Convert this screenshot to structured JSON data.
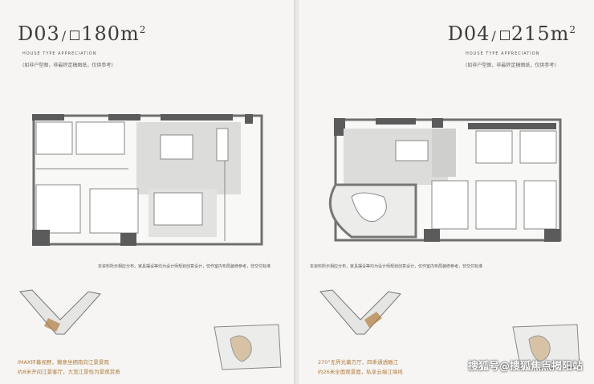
{
  "left": {
    "code": "D03",
    "area_num": "180m",
    "area_sup": "2",
    "subtitle": "HOUSE TYPE APPRECIATION",
    "note": "(如非户型图，非最终定稿图纸，仅供参考)",
    "disclaimer": "本资料所示相应分布，家具摆设等均为设计师规划创意设计，仅作室内布局装修参考，非交付标准",
    "caption_line1": "IMAX环幕视野，懒意坐拥南向江景景观",
    "caption_line2": "约8米开间江景客厅，大宽江景恰为景观赏质",
    "accent": "#b07d3f"
  },
  "right": {
    "code": "D04",
    "area_num": "215m",
    "area_sup": "2",
    "subtitle": "HOUSE TYPE APPRECIATION",
    "note": "(如非户型图，非最终定稿图纸，仅供参考)",
    "disclaimer": "本资料所示相应分布，家具摆设等均为设计师规划创意设计，仅作室内布局装修参考，非交付标准",
    "caption_line1": "270°无界光幕方厅，四季通透瞰江",
    "caption_line2": "约26米全面观景面，私享云端江境线"
  },
  "watermark": "搜狐号@搜狐焦点揭阳站"
}
